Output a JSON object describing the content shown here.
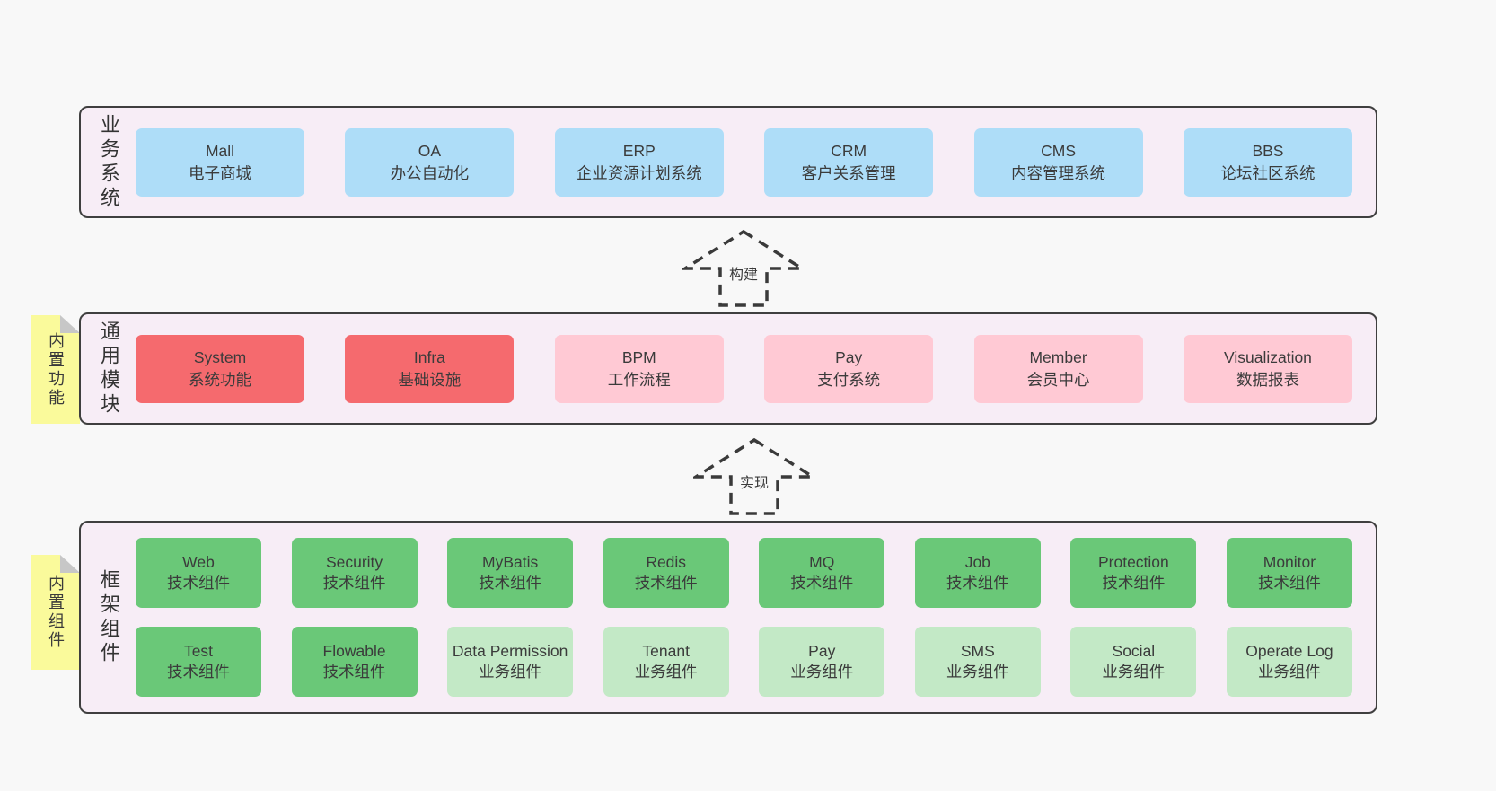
{
  "colors": {
    "page_bg": "#f8f8f8",
    "layer_bg": "#f7edf6",
    "layer_border": "#3f3f3f",
    "box_blue": "#aeddf8",
    "box_red": "#f56a6e",
    "box_pink": "#ffc9d4",
    "box_green": "#6ac878",
    "box_lightgreen": "#c3e9c6",
    "sticky_yellow": "#fafa9b",
    "sticky_fold_gray": "#c7c7c7",
    "text": "#3b3b3b"
  },
  "layers": [
    {
      "id": "business-systems",
      "label": "业务系统",
      "boxes": [
        {
          "title": "Mall",
          "subtitle": "电子商城",
          "variant": "blue"
        },
        {
          "title": "OA",
          "subtitle": "办公自动化",
          "variant": "blue"
        },
        {
          "title": "ERP",
          "subtitle": "企业资源计划系统",
          "variant": "blue"
        },
        {
          "title": "CRM",
          "subtitle": "客户关系管理",
          "variant": "blue"
        },
        {
          "title": "CMS",
          "subtitle": "内容管理系统",
          "variant": "blue"
        },
        {
          "title": "BBS",
          "subtitle": "论坛社区系统",
          "variant": "blue"
        }
      ]
    },
    {
      "id": "common-modules",
      "label": "通用模块",
      "sticky": "内置功能",
      "boxes": [
        {
          "title": "System",
          "subtitle": "系统功能",
          "variant": "red"
        },
        {
          "title": "Infra",
          "subtitle": "基础设施",
          "variant": "red"
        },
        {
          "title": "BPM",
          "subtitle": "工作流程",
          "variant": "pink"
        },
        {
          "title": "Pay",
          "subtitle": "支付系统",
          "variant": "pink"
        },
        {
          "title": "Member",
          "subtitle": "会员中心",
          "variant": "pink"
        },
        {
          "title": "Visualization",
          "subtitle": "数据报表",
          "variant": "pink"
        }
      ]
    },
    {
      "id": "framework-components",
      "label": "框架组件",
      "sticky": "内置组件",
      "rows": [
        [
          {
            "title": "Web",
            "subtitle": "技术组件",
            "variant": "green"
          },
          {
            "title": "Security",
            "subtitle": "技术组件",
            "variant": "green"
          },
          {
            "title": "MyBatis",
            "subtitle": "技术组件",
            "variant": "green"
          },
          {
            "title": "Redis",
            "subtitle": "技术组件",
            "variant": "green"
          },
          {
            "title": "MQ",
            "subtitle": "技术组件",
            "variant": "green"
          },
          {
            "title": "Job",
            "subtitle": "技术组件",
            "variant": "green"
          },
          {
            "title": "Protection",
            "subtitle": "技术组件",
            "variant": "green"
          },
          {
            "title": "Monitor",
            "subtitle": "技术组件",
            "variant": "green"
          }
        ],
        [
          {
            "title": "Test",
            "subtitle": "技术组件",
            "variant": "green"
          },
          {
            "title": "Flowable",
            "subtitle": "技术组件",
            "variant": "green"
          },
          {
            "title": "Data Permission",
            "subtitle": "业务组件",
            "variant": "lightgreen"
          },
          {
            "title": "Tenant",
            "subtitle": "业务组件",
            "variant": "lightgreen"
          },
          {
            "title": "Pay",
            "subtitle": "业务组件",
            "variant": "lightgreen"
          },
          {
            "title": "SMS",
            "subtitle": "业务组件",
            "variant": "lightgreen"
          },
          {
            "title": "Social",
            "subtitle": "业务组件",
            "variant": "lightgreen"
          },
          {
            "title": "Operate Log",
            "subtitle": "业务组件",
            "variant": "lightgreen"
          }
        ]
      ]
    }
  ],
  "arrows": [
    {
      "label": "构建"
    },
    {
      "label": "实现"
    }
  ]
}
